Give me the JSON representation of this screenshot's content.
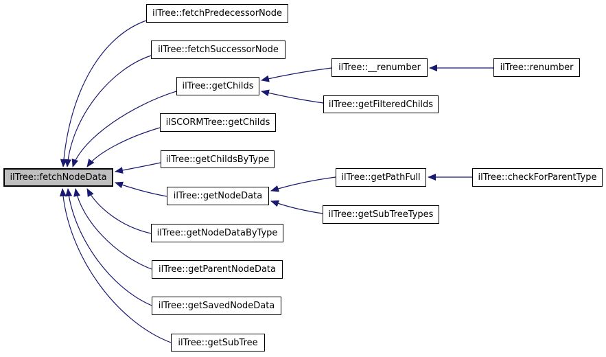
{
  "diagram": {
    "kind": "caller-graph",
    "colors": {
      "background": "#ffffff",
      "edge": "#191970",
      "node_fill": "#ffffff",
      "node_border": "#000000",
      "current_node_fill": "#bfbfbf"
    },
    "nodes": [
      {
        "id": "fetchNodeData",
        "label": "ilTree::fetchNodeData",
        "current": true
      },
      {
        "id": "fetchPredecessorNode",
        "label": "ilTree::fetchPredecessorNode",
        "current": false
      },
      {
        "id": "fetchSuccessorNode",
        "label": "ilTree::fetchSuccessorNode",
        "current": false
      },
      {
        "id": "getChilds",
        "label": "ilTree::getChilds",
        "current": false
      },
      {
        "id": "scormGetChilds",
        "label": "ilSCORMTree::getChilds",
        "current": false
      },
      {
        "id": "getChildsByType",
        "label": "ilTree::getChildsByType",
        "current": false
      },
      {
        "id": "getNodeData",
        "label": "ilTree::getNodeData",
        "current": false
      },
      {
        "id": "getNodeDataByType",
        "label": "ilTree::getNodeDataByType",
        "current": false
      },
      {
        "id": "getParentNodeData",
        "label": "ilTree::getParentNodeData",
        "current": false
      },
      {
        "id": "getSavedNodeData",
        "label": "ilTree::getSavedNodeData",
        "current": false
      },
      {
        "id": "getSubTree",
        "label": "ilTree::getSubTree",
        "current": false
      },
      {
        "id": "renumberPrivate",
        "label": "ilTree::__renumber",
        "current": false
      },
      {
        "id": "renumber",
        "label": "ilTree::renumber",
        "current": false
      },
      {
        "id": "getFilteredChilds",
        "label": "ilTree::getFilteredChilds",
        "current": false
      },
      {
        "id": "getPathFull",
        "label": "ilTree::getPathFull",
        "current": false
      },
      {
        "id": "checkForParentType",
        "label": "ilTree::checkForParentType",
        "current": false
      },
      {
        "id": "getSubTreeTypes",
        "label": "ilTree::getSubTreeTypes",
        "current": false
      }
    ],
    "edges": [
      {
        "from": "ilTree::fetchPredecessorNode",
        "to": "ilTree::fetchNodeData"
      },
      {
        "from": "ilTree::fetchSuccessorNode",
        "to": "ilTree::fetchNodeData"
      },
      {
        "from": "ilTree::getChilds",
        "to": "ilTree::fetchNodeData"
      },
      {
        "from": "ilSCORMTree::getChilds",
        "to": "ilTree::fetchNodeData"
      },
      {
        "from": "ilTree::getChildsByType",
        "to": "ilTree::fetchNodeData"
      },
      {
        "from": "ilTree::getNodeData",
        "to": "ilTree::fetchNodeData"
      },
      {
        "from": "ilTree::getNodeDataByType",
        "to": "ilTree::fetchNodeData"
      },
      {
        "from": "ilTree::getParentNodeData",
        "to": "ilTree::fetchNodeData"
      },
      {
        "from": "ilTree::getSavedNodeData",
        "to": "ilTree::fetchNodeData"
      },
      {
        "from": "ilTree::getSubTree",
        "to": "ilTree::fetchNodeData"
      },
      {
        "from": "ilTree::__renumber",
        "to": "ilTree::getChilds"
      },
      {
        "from": "ilTree::getFilteredChilds",
        "to": "ilTree::getChilds"
      },
      {
        "from": "ilTree::renumber",
        "to": "ilTree::__renumber"
      },
      {
        "from": "ilTree::getPathFull",
        "to": "ilTree::getNodeData"
      },
      {
        "from": "ilTree::getSubTreeTypes",
        "to": "ilTree::getNodeData"
      },
      {
        "from": "ilTree::checkForParentType",
        "to": "ilTree::getPathFull"
      }
    ]
  }
}
